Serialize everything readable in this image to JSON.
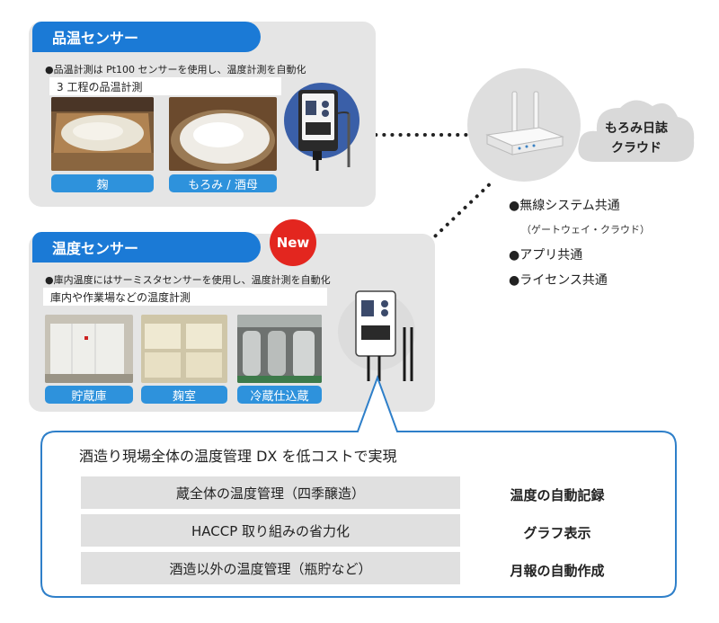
{
  "sensor1": {
    "title": "品温センサー",
    "note": "●品温計測は Pt100 センサーを使用し、温度計測を自動化",
    "bar": "3 工程の品温計測",
    "labels": [
      "麹",
      "もろみ / 酒母"
    ]
  },
  "sensor2": {
    "title": "温度センサー",
    "badge": "New",
    "note": "●庫内温度にはサーミスタセンサーを使用し、温度計測を自動化",
    "bar": "庫内や作業場などの温度計測",
    "labels": [
      "貯蔵庫",
      "麹室",
      "冷蔵仕込蔵"
    ]
  },
  "cloud": {
    "line1": "もろみ日誌",
    "line2": "クラウド"
  },
  "features": {
    "item1": "●無線システム共通",
    "item1_sub": "（ゲートウェイ・クラウド）",
    "item2": "●アプリ共通",
    "item3": "●ライセンス共通"
  },
  "callout": {
    "title": "酒造り現場全体の温度管理 DX を低コストで実現",
    "rows": [
      {
        "left": "蔵全体の温度管理（四季醸造）",
        "right": "温度の自動記録"
      },
      {
        "left": "HACCP 取り組みの省力化",
        "right": "グラフ表示"
      },
      {
        "left": "酒造以外の温度管理（瓶貯など）",
        "right": "月報の自動作成"
      }
    ]
  },
  "colors": {
    "accent_blue": "#1b7ad6",
    "label_blue": "#2e92dc",
    "panel_gray": "#e5e5e5",
    "badge_red": "#e3261f",
    "device_circle_blue": "#3a5fa8",
    "callout_border": "#2e7fc9"
  }
}
